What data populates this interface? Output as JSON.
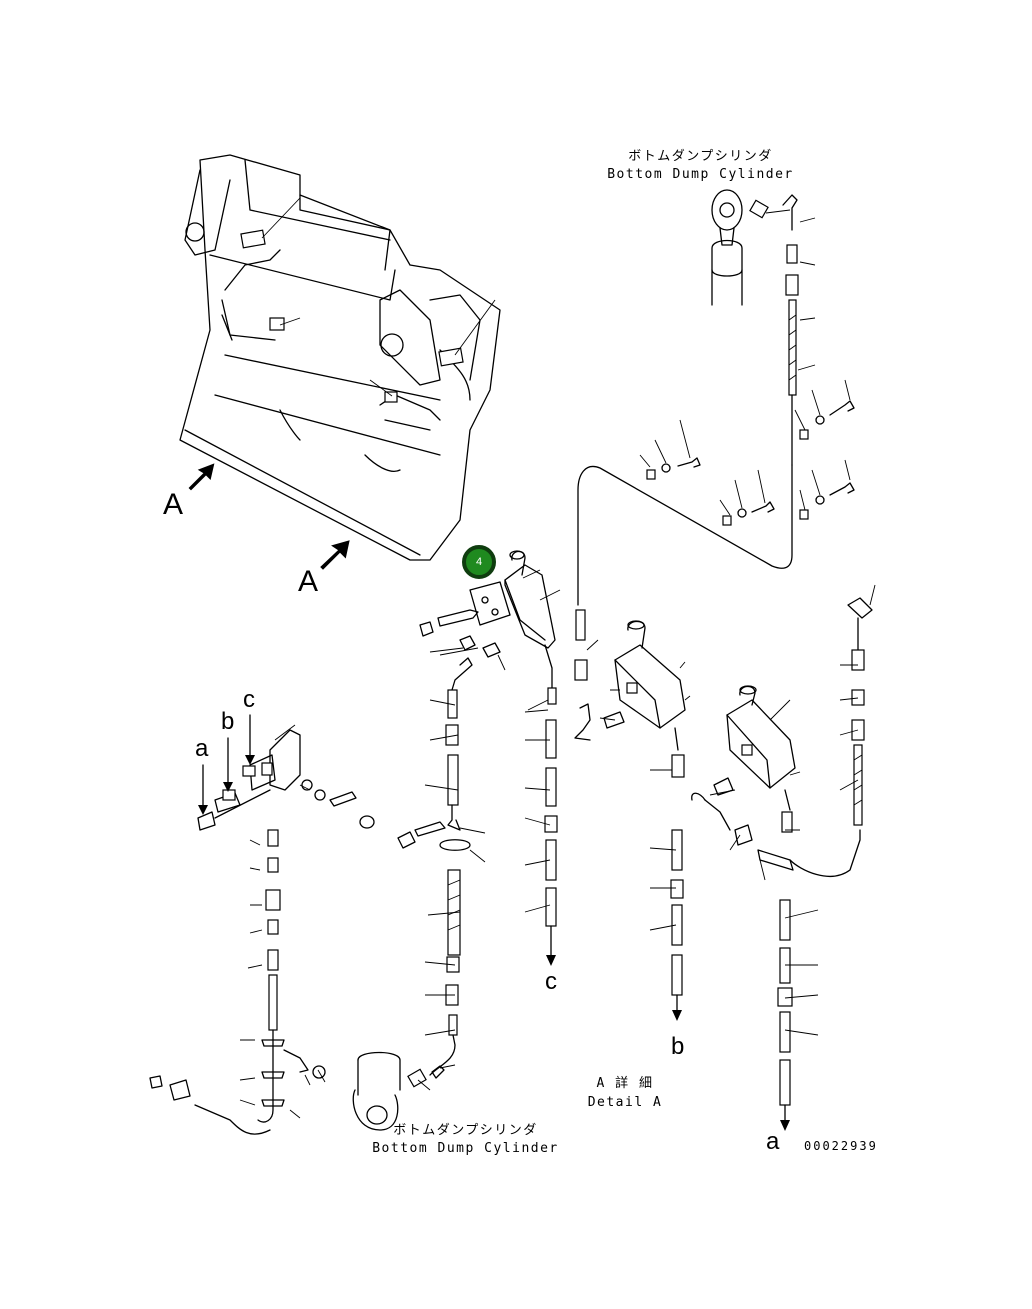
{
  "labels": {
    "top_cylinder_jp": "ボトムダンプシリンダ",
    "top_cylinder_en": "Bottom Dump Cylinder",
    "bottom_cylinder_jp": "ボトムダンプシリンダ",
    "bottom_cylinder_en": "Bottom Dump Cylinder",
    "view_a_1": "A",
    "view_a_2": "A",
    "detail_jp": "A 詳 細",
    "detail_en": "Detail A",
    "conn_a_left": "a",
    "conn_b_left": "b",
    "conn_c_left": "c",
    "conn_a_bottom": "a",
    "conn_b_bottom": "b",
    "conn_c_bottom": "c",
    "drawing_number": "00022939"
  },
  "callout": {
    "number": "4",
    "color": "#1f8a1f",
    "border_color": "#0f3d0f"
  },
  "icons": [
    "view-arrow-icon",
    "view-arrow-icon"
  ]
}
